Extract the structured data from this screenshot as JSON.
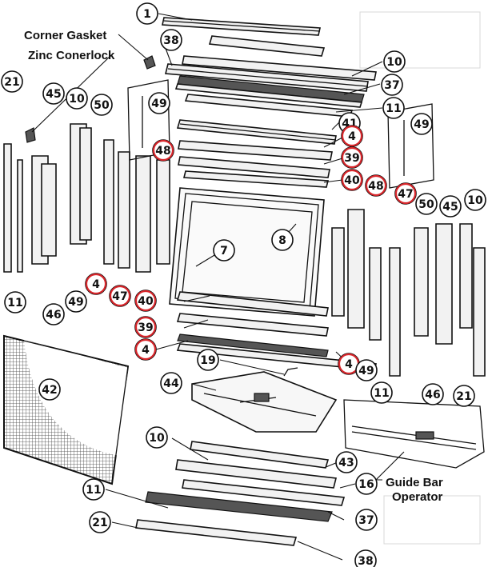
{
  "labels": {
    "corner_gasket": "Corner Gasket",
    "zinc_conerlock": "Zinc Conerlock",
    "guide_bar_operator_line1": "Guide Bar",
    "guide_bar_operator_line2": "Operator"
  },
  "callouts": {
    "c1": "1",
    "c38_top": "38",
    "c10_top_right": "10",
    "c37_top": "37",
    "c11_top": "11",
    "c41": "41",
    "c4_upper_right": "4",
    "c39_upper_right": "39",
    "c40_upper_right": "40",
    "c48_right": "48",
    "c47_right": "47",
    "c50_right": "50",
    "c45_right": "45",
    "c10_far_right": "10",
    "c49_top_left": "49",
    "c49_top_right": "49",
    "c21_left": "21",
    "c45_left": "45",
    "c10_left": "10",
    "c50_left": "50",
    "c48_left": "48",
    "c8": "8",
    "c7": "7",
    "c4_left": "4",
    "c47_left": "47",
    "c40_left": "40",
    "c11_left": "11",
    "c46_left": "46",
    "c49_left": "49",
    "c39_left": "39",
    "c4_lower_left": "4",
    "c4_lower_right": "4",
    "c49_right": "49",
    "c11_right": "11",
    "c46_right": "46",
    "c21_right": "21",
    "c42": "42",
    "c19": "19",
    "c44": "44",
    "c10_bottom": "10",
    "c43": "43",
    "c16": "16",
    "c11_bottom": "11",
    "c37_bottom": "37",
    "c21_bottom": "21",
    "c38_bottom": "38"
  },
  "colors": {
    "highlight_ring": "#d8262b",
    "ink": "#111111"
  }
}
